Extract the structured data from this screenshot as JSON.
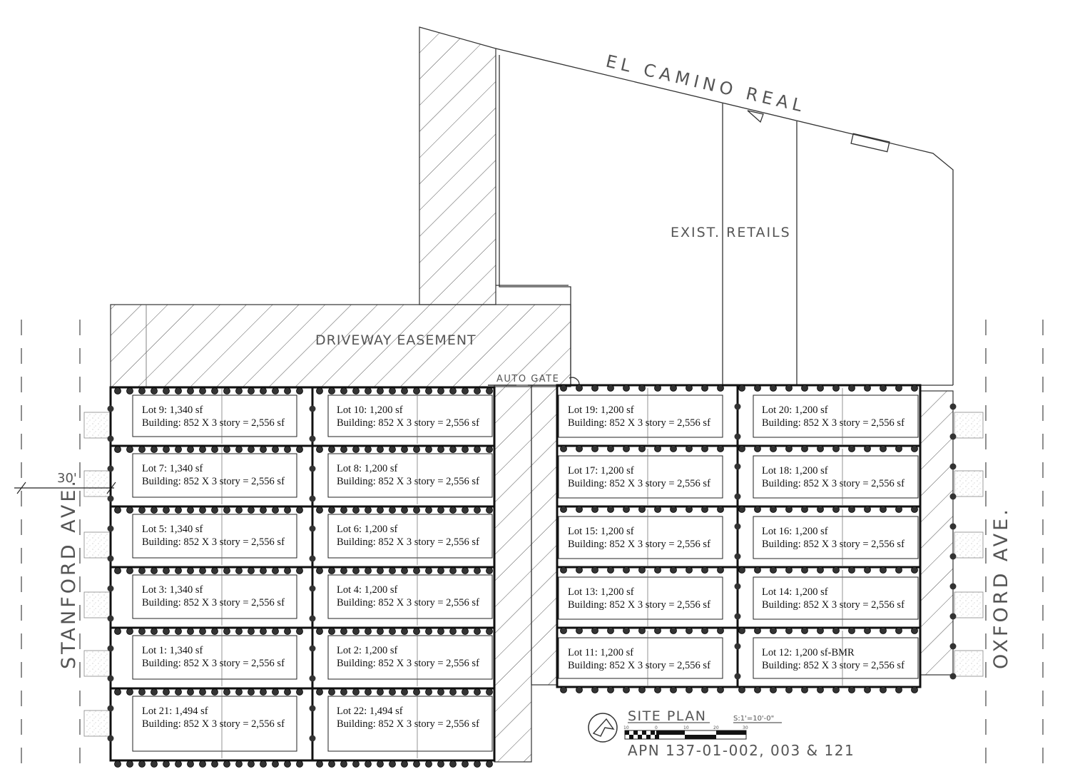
{
  "street_top": "EL CAMINO REAL",
  "street_left": "STANFORD AVE.",
  "street_right": "OXFORD AVE.",
  "retail_label": "EXIST. RETAILS",
  "easement_label": "DRIVEWAY EASEMENT",
  "gate_label": "AUTO GATE",
  "dimension_label": "30'",
  "title": {
    "name": "SITE PLAN",
    "scale": "S:1'=10'-0\"",
    "apn": "APN 137-01-002, 003 & 121",
    "bar_ticks": [
      "10",
      "0",
      "10",
      "20",
      "30"
    ]
  },
  "lots": [
    {
      "line1": "Lot 9: 1,340 sf",
      "line2": "Building: 852 X 3 story = 2,556 sf"
    },
    {
      "line1": "Lot 10: 1,200 sf",
      "line2": "Building: 852 X 3 story = 2,556 sf"
    },
    {
      "line1": "Lot 7: 1,340 sf",
      "line2": "Building: 852 X 3 story = 2,556 sf"
    },
    {
      "line1": "Lot 8: 1,200 sf",
      "line2": "Building: 852 X 3 story = 2,556 sf"
    },
    {
      "line1": "Lot 5: 1,340 sf",
      "line2": "Building: 852 X 3 story = 2,556 sf"
    },
    {
      "line1": "Lot 6: 1,200 sf",
      "line2": "Building: 852 X 3 story = 2,556 sf"
    },
    {
      "line1": "Lot 3: 1,340 sf",
      "line2": "Building: 852 X 3 story = 2,556 sf"
    },
    {
      "line1": "Lot 4: 1,200 sf",
      "line2": "Building: 852 X 3 story = 2,556 sf"
    },
    {
      "line1": "Lot 1: 1,340 sf",
      "line2": "Building: 852 X 3 story = 2,556 sf"
    },
    {
      "line1": "Lot 2: 1,200 sf",
      "line2": "Building: 852 X 3 story = 2,556 sf"
    },
    {
      "line1": "Lot 21: 1,494 sf",
      "line2": "Building: 852 X 3 story = 2,556 sf"
    },
    {
      "line1": "Lot 22: 1,494 sf",
      "line2": "Building: 852 X 3 story = 2,556 sf"
    },
    {
      "line1": "Lot 19: 1,200 sf",
      "line2": "Building: 852 X 3 story = 2,556 sf"
    },
    {
      "line1": "Lot 20: 1,200 sf",
      "line2": "Building: 852 X 3 story = 2,556 sf"
    },
    {
      "line1": "Lot 17: 1,200 sf",
      "line2": "Building: 852 X 3 story = 2,556 sf"
    },
    {
      "line1": "Lot 18: 1,200 sf",
      "line2": "Building: 852 X 3 story = 2,556 sf"
    },
    {
      "line1": "Lot 15: 1,200 sf",
      "line2": "Building: 852 X 3 story = 2,556 sf"
    },
    {
      "line1": "Lot 16: 1,200 sf",
      "line2": "Building: 852 X 3 story = 2,556 sf"
    },
    {
      "line1": "Lot 13: 1,200 sf",
      "line2": "Building: 852 X 3 story = 2,556 sf"
    },
    {
      "line1": "Lot 14: 1,200 sf",
      "line2": "Building: 852 X 3 story = 2,556 sf"
    },
    {
      "line1": "Lot 11: 1,200 sf",
      "line2": "Building: 852 X 3 story = 2,556 sf"
    },
    {
      "line1": "Lot 12: 1,200 sf-BMR",
      "line2": "Building: 852 X 3 story = 2,556 sf"
    }
  ]
}
